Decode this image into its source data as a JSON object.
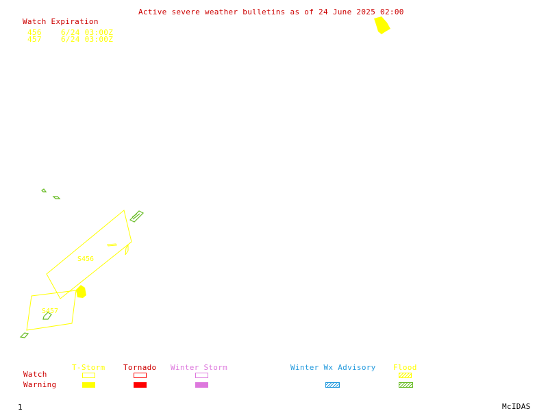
{
  "header": {
    "title": "Active severe weather bulletins as of 24 June 2025 02:00"
  },
  "watch_expiration": {
    "heading": "Watch Expiration",
    "rows": [
      {
        "id": "456",
        "time": "6/24 03:00Z"
      },
      {
        "id": "457",
        "time": "6/24 03:00Z"
      }
    ]
  },
  "map": {
    "watches": [
      {
        "label": "S456"
      },
      {
        "label": "S457"
      }
    ]
  },
  "legend": {
    "row_labels": {
      "watch": "Watch",
      "warning": "Warning"
    },
    "categories": [
      {
        "name": "T-Storm",
        "color": "#ffff00"
      },
      {
        "name": "Tornado",
        "color": "#ff0000"
      },
      {
        "name": "Winter Storm",
        "color": "#dd77dd"
      },
      {
        "name": "Winter Wx Advisory",
        "color": "#2299dd"
      },
      {
        "name": "Flood",
        "color": "#88cc22"
      }
    ]
  },
  "footer": {
    "frame_number": "1",
    "brand": "McIDAS"
  },
  "colors": {
    "header_text": "#cc0000",
    "watch_outline": "#ffff00",
    "flood_warning": "#66bb22",
    "thunderstorm_warning": "#ffff00"
  }
}
